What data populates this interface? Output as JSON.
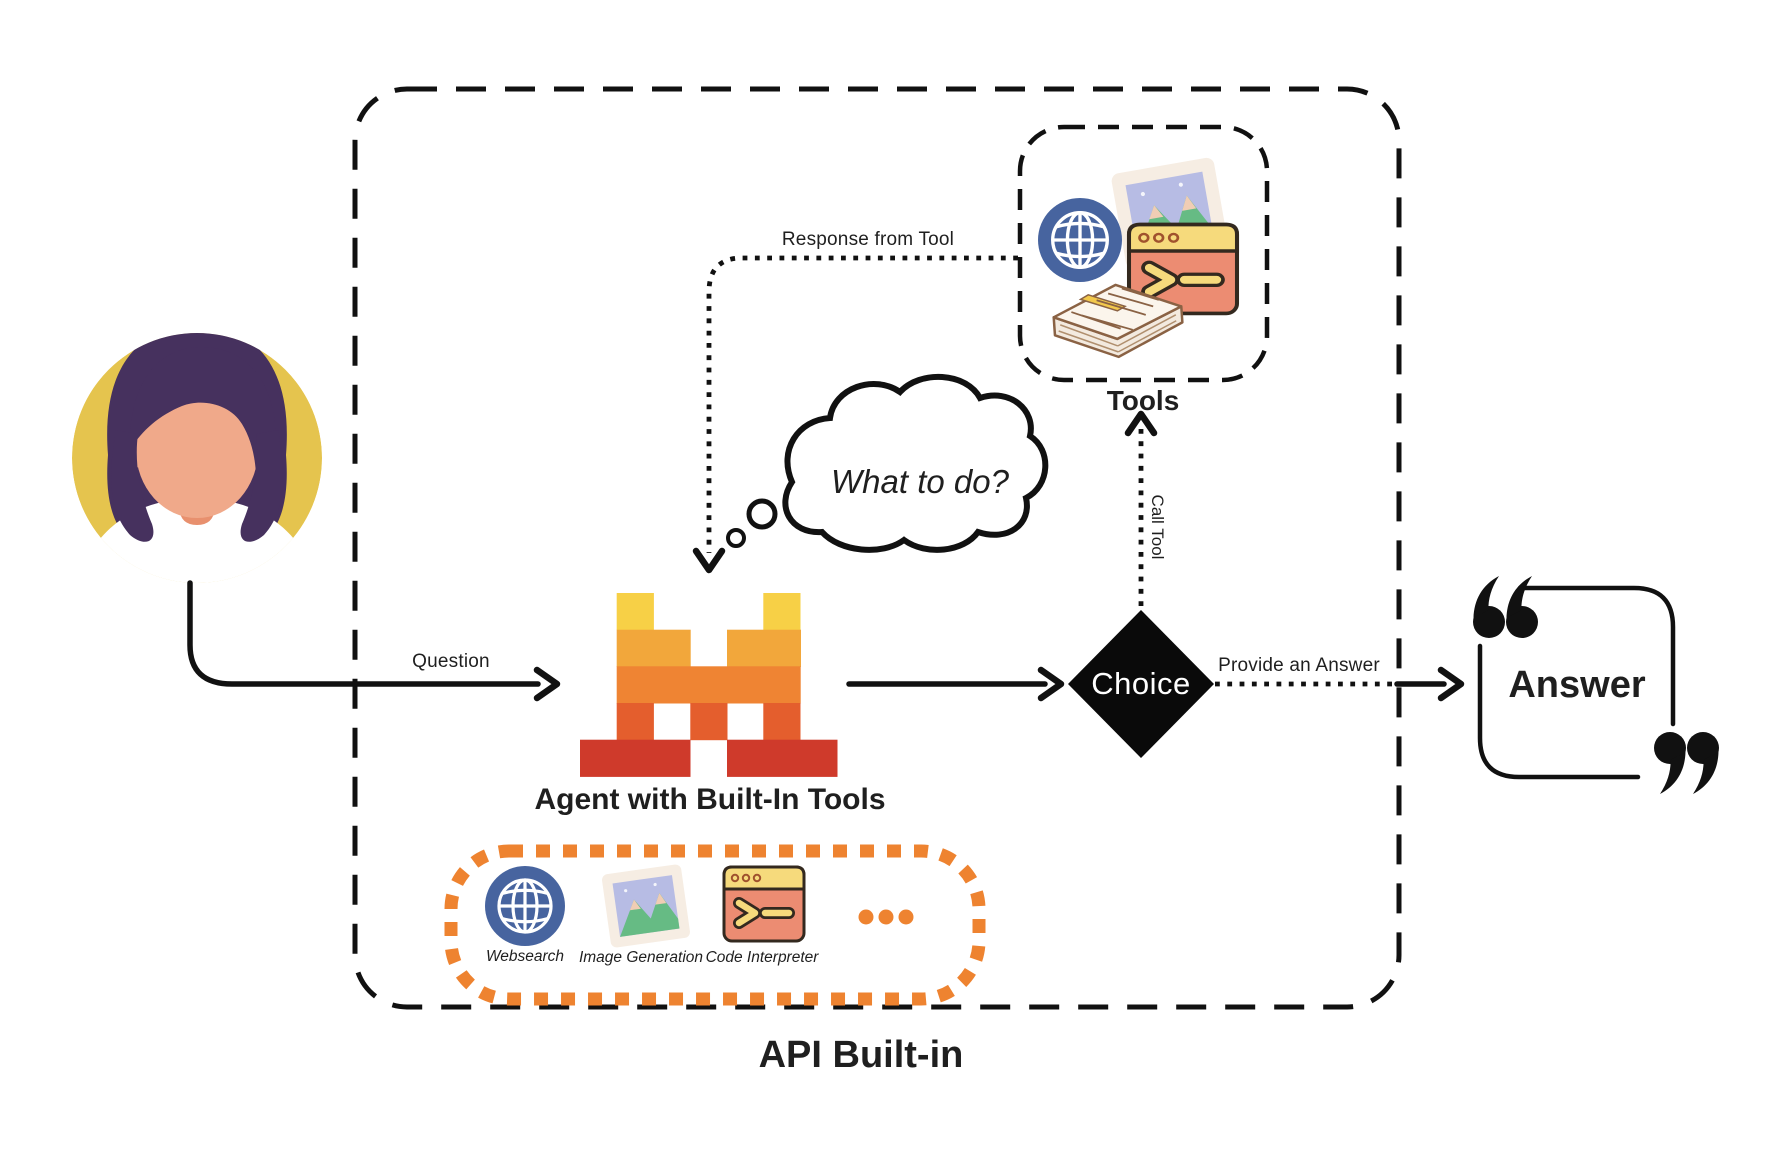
{
  "api_box": {
    "label": "API Built-in"
  },
  "user": {
    "icon": "woman-avatar-icon"
  },
  "agent": {
    "label": "Agent with Built-In Tools",
    "logo_icon": "mistral-m-logo-icon",
    "logo_colors": [
      "#F7D046",
      "#F2A73B",
      "#EF8433",
      "#E45E2D",
      "#CF3A2B"
    ]
  },
  "thought_bubble": {
    "text": "What to do?"
  },
  "tools_box": {
    "label": "Tools",
    "icons": [
      "globe-icon",
      "photo-icon",
      "terminal-icon",
      "paper-stack-icon"
    ]
  },
  "choice": {
    "label": "Choice"
  },
  "answer": {
    "label": "Answer",
    "icons": [
      "open-quote-icon",
      "close-quote-icon"
    ]
  },
  "edges": {
    "question": {
      "label": "Question"
    },
    "call_tool": {
      "label": "Call Tool"
    },
    "response_from_tool": {
      "label": "Response from Tool"
    },
    "provide_an_answer": {
      "label": "Provide an Answer"
    }
  },
  "builtin_tools": {
    "items": [
      {
        "icon": "globe-icon",
        "label": "Websearch"
      },
      {
        "icon": "photo-icon",
        "label": "Image Generation"
      },
      {
        "icon": "terminal-icon",
        "label": "Code Interpreter"
      }
    ],
    "more_icon": "ellipsis-icon",
    "accent_color": "#EE8330"
  },
  "colors": {
    "outline": "#111111",
    "avatar_bg": "#E5C44E",
    "globe_blue": "#47649F",
    "terminal_salmon": "#EC8C72",
    "terminal_header": "#F6DA7C"
  }
}
